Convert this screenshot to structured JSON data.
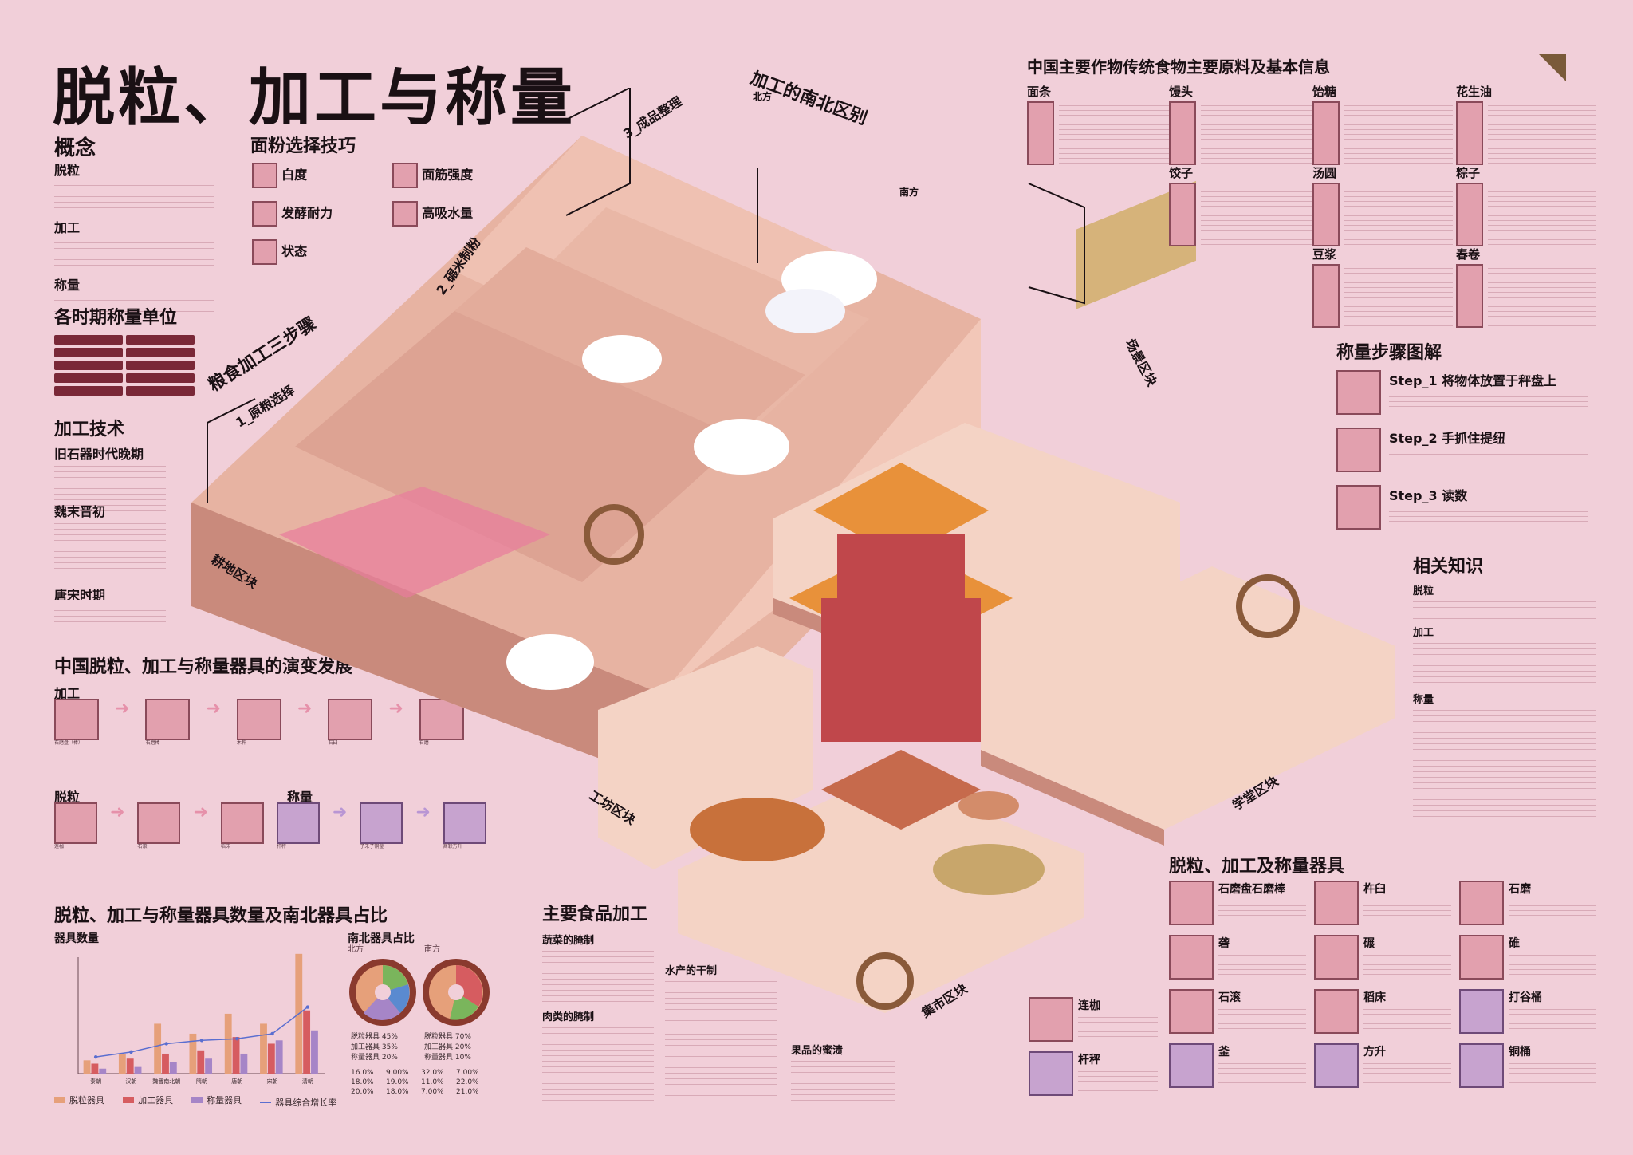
{
  "title": "脱粒、加工与称量",
  "concept": {
    "heading": "概念",
    "items": [
      {
        "label": "脱粒"
      },
      {
        "label": "加工"
      },
      {
        "label": "称量"
      }
    ]
  },
  "flour": {
    "heading": "面粉选择技巧",
    "items": [
      "白度",
      "发酵耐力",
      "状态",
      "面筋强度",
      "高吸水量"
    ]
  },
  "units": {
    "heading": "各时期称量单位"
  },
  "tech": {
    "heading": "加工技术",
    "periods": [
      "旧石器时代晚期",
      "魏末晋初",
      "唐宋时期"
    ]
  },
  "evolution": {
    "heading": "中国脱粒、加工与称量器具的演变发展",
    "processing_label": "加工",
    "threshing_label": "脱粒",
    "weighing_label": "称量",
    "processing_tools": [
      "石磨盘（棒）",
      "石磨棒",
      "木杵",
      "石臼",
      "石磨"
    ],
    "threshing_tools": [
      "连枷",
      "石滚",
      "稻床"
    ],
    "weighing_tools": [
      "杆秤",
      "子禾子铜釜",
      "商鞅方升"
    ]
  },
  "stats": {
    "heading": "脱粒、加工与称量器具数量及南北器具占比",
    "count_label": "器具数量",
    "ratio_label": "南北器具占比",
    "north": "北方",
    "south": "南方"
  },
  "chart_data": {
    "type": "bar",
    "categories": [
      "秦朝",
      "汉朝",
      "魏晋南北朝",
      "隋朝",
      "唐朝",
      "宋朝",
      "清朝"
    ],
    "series": [
      {
        "name": "脱粒器具",
        "values": [
          8000,
          12000,
          30000,
          24000,
          36000,
          30000,
          72000
        ]
      },
      {
        "name": "加工器具",
        "values": [
          6000,
          9000,
          12000,
          14000,
          22000,
          18000,
          38000
        ]
      },
      {
        "name": "称量器具",
        "values": [
          3000,
          4000,
          7000,
          9000,
          12000,
          20000,
          26000
        ]
      }
    ],
    "line": {
      "name": "器具综合增长率",
      "values": [
        10,
        13,
        18,
        20,
        21,
        24,
        40
      ]
    },
    "ylim": [
      0,
      70000
    ],
    "y2lim": [
      0,
      70
    ],
    "colors": [
      "#e6a07a",
      "#d65c60",
      "#a685c7",
      "#5a6ed0"
    ]
  },
  "pies": {
    "north": {
      "labels": [
        "脱粒器具 45%",
        "加工器具 35%",
        "称量器具 20%"
      ]
    },
    "south": {
      "labels": [
        "脱粒器具 70%",
        "加工器具 20%",
        "称量器具 10%"
      ]
    },
    "pct_north": [
      "16.0%",
      "9.00%",
      "18.0%",
      "19.0%",
      "20.0%",
      "18.0%"
    ],
    "pct_south": [
      "32.0%",
      "7.00%",
      "11.0%",
      "22.0%",
      "7.00%",
      "21.0%"
    ]
  },
  "scene": {
    "three_steps": "粮食加工三步骤",
    "step1": "1_原粮选择",
    "step2": "2_碾米制粉",
    "step3": "3_成品整理",
    "north_south": "加工的南北区别",
    "north": "北方",
    "south": "南方",
    "farmland": "耕地区块",
    "market": "场景区块",
    "workshop": "工坊区块",
    "school": "学堂区块",
    "east_market": "集市区块"
  },
  "foods": {
    "heading": "中国主要作物传统食物主要原料及基本信息",
    "items": [
      "面条",
      "馒头",
      "饴糖",
      "花生油",
      "饺子",
      "汤圆",
      "粽子",
      "豆浆",
      "春卷"
    ]
  },
  "weighing_steps": {
    "heading": "称量步骤图解",
    "steps": [
      "Step_1 将物体放置于秤盘上",
      "Step_2 手抓住提纽",
      "Step_3 读数"
    ]
  },
  "knowledge": {
    "heading": "相关知识",
    "items": [
      "脱粒",
      "加工",
      "称量"
    ]
  },
  "main_food": {
    "heading": "主要食品加工",
    "items": [
      "蔬菜的腌制",
      "水产的干制",
      "肉类的腌制",
      "果品的蜜渍"
    ]
  },
  "tools": {
    "heading": "脱粒、加工及称量器具",
    "items": [
      "石磨盘石磨棒",
      "杵臼",
      "石磨",
      "砻",
      "碾",
      "碓",
      "石滚",
      "稻床",
      "打谷桶",
      "连枷",
      "杆秤",
      "釜",
      "方升",
      "铜桶"
    ]
  },
  "legend": [
    "脱粒器具",
    "加工器具",
    "称量器具",
    "器具综合增长率"
  ]
}
